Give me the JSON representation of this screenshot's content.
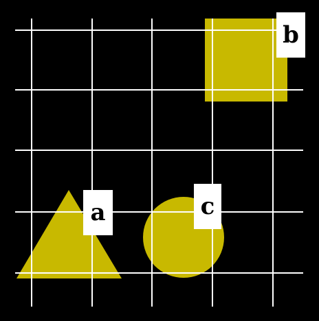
{
  "colors": {
    "background": "#000000",
    "grid": "#ffffff",
    "shape_fill": "#c8b900",
    "label_bg": "#ffffff",
    "label_text": "#000000"
  },
  "shapes": [
    {
      "type": "triangle",
      "label": "a"
    },
    {
      "type": "square",
      "label": "b"
    },
    {
      "type": "circle",
      "label": "c"
    }
  ]
}
